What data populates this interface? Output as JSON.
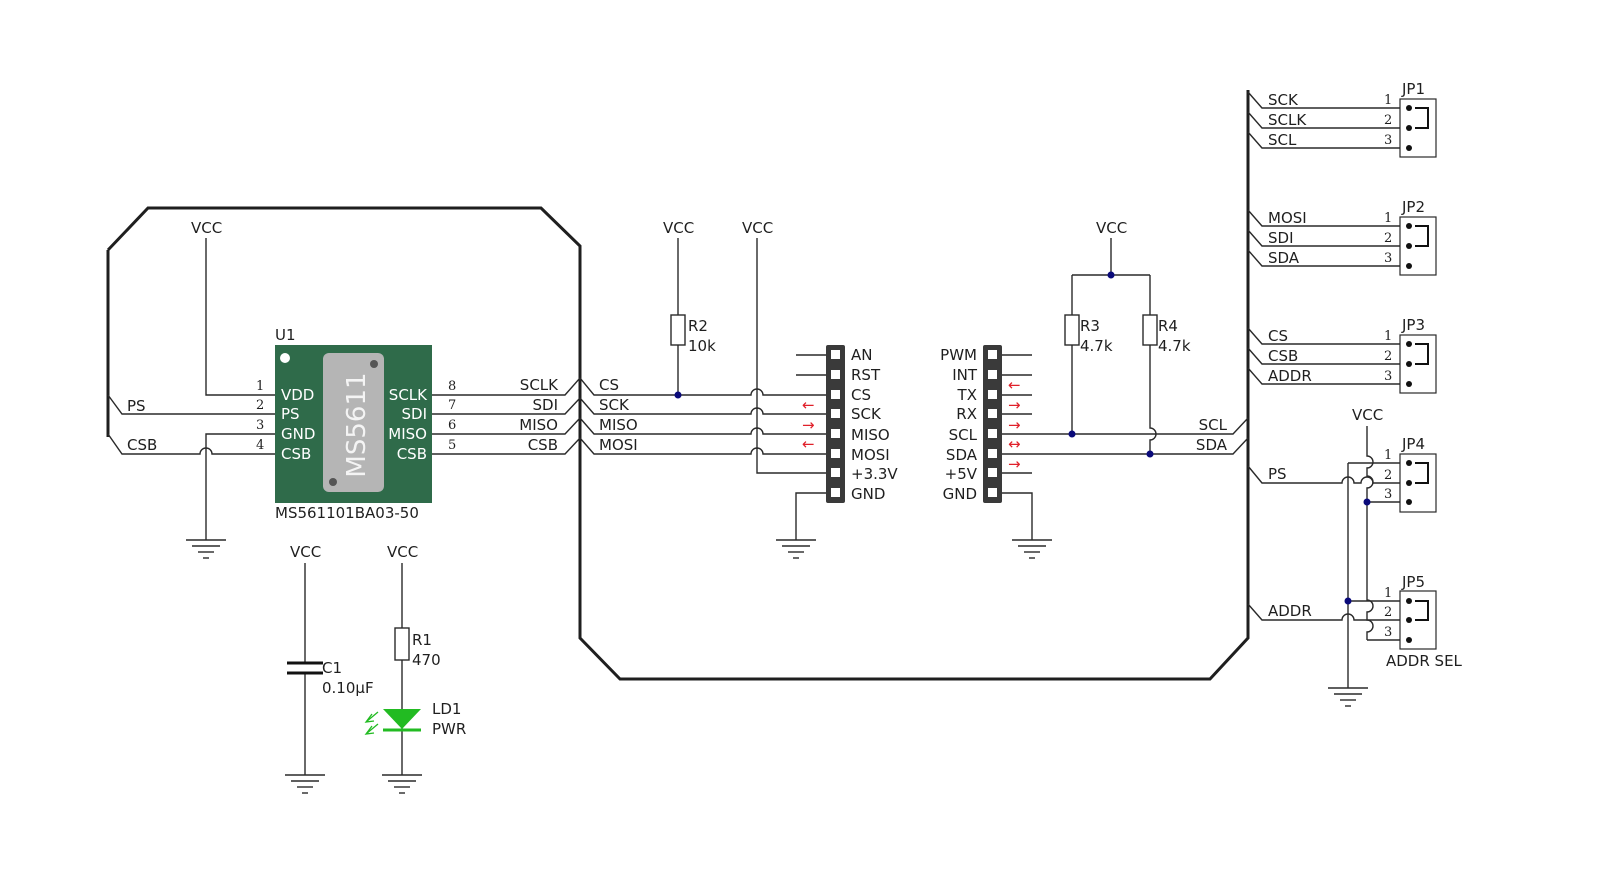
{
  "power": {
    "vcc": "VCC"
  },
  "u1": {
    "ref": "U1",
    "part": "MS561101BA03-50",
    "marking": "MS5611",
    "left_pins": [
      {
        "num": "1",
        "name": "VDD"
      },
      {
        "num": "2",
        "name": "PS"
      },
      {
        "num": "3",
        "name": "GND"
      },
      {
        "num": "4",
        "name": "CSB"
      }
    ],
    "right_pins": [
      {
        "num": "8",
        "name": "SCLK"
      },
      {
        "num": "7",
        "name": "SDI"
      },
      {
        "num": "6",
        "name": "MISO"
      },
      {
        "num": "5",
        "name": "CSB"
      }
    ]
  },
  "nets_left": {
    "ps": "PS",
    "csb": "CSB"
  },
  "nets_mid_right": {
    "sclk": "SCLK",
    "sdi": "SDI",
    "miso": "MISO",
    "csb": "CSB"
  },
  "nets_mid_left": {
    "cs": "CS",
    "sck": "SCK",
    "miso": "MISO",
    "mosi": "MOSI"
  },
  "nets_i2c": {
    "scl": "SCL",
    "sda": "SDA"
  },
  "c1": {
    "ref": "C1",
    "value": "0.10µF"
  },
  "r1": {
    "ref": "R1",
    "value": "470"
  },
  "ld1": {
    "ref": "LD1",
    "value": "PWR"
  },
  "r2": {
    "ref": "R2",
    "value": "10k"
  },
  "r3": {
    "ref": "R3",
    "value": "4.7k"
  },
  "r4": {
    "ref": "R4",
    "value": "4.7k"
  },
  "header_left": [
    "AN",
    "RST",
    "CS",
    "SCK",
    "MISO",
    "MOSI",
    "+3.3V",
    "GND"
  ],
  "header_right": [
    "PWM",
    "INT",
    "TX",
    "RX",
    "SCL",
    "SDA",
    "+5V",
    "GND"
  ],
  "arrows": {
    "left": "←",
    "right": "→",
    "both": "↔"
  },
  "jumpers": [
    {
      "ref": "JP1",
      "nets": [
        "SCK",
        "SCLK",
        "SCL"
      ]
    },
    {
      "ref": "JP2",
      "nets": [
        "MOSI",
        "SDI",
        "SDA"
      ]
    },
    {
      "ref": "JP3",
      "nets": [
        "CS",
        "CSB",
        "ADDR"
      ]
    },
    {
      "ref": "JP4",
      "nets": [
        "PS"
      ]
    },
    {
      "ref": "JP5",
      "nets": [
        "ADDR"
      ]
    }
  ],
  "jumper_pin_numbers": [
    "1",
    "2",
    "3"
  ],
  "addr_sel_label": "ADDR SEL",
  "colors": {
    "chip_body": "#2f6b4a",
    "chip_window": "#b5b5b5",
    "header": "#3a3a3a",
    "led": "#22bb22",
    "junction": "#0a0a7a",
    "arrow": "#e0202a"
  }
}
